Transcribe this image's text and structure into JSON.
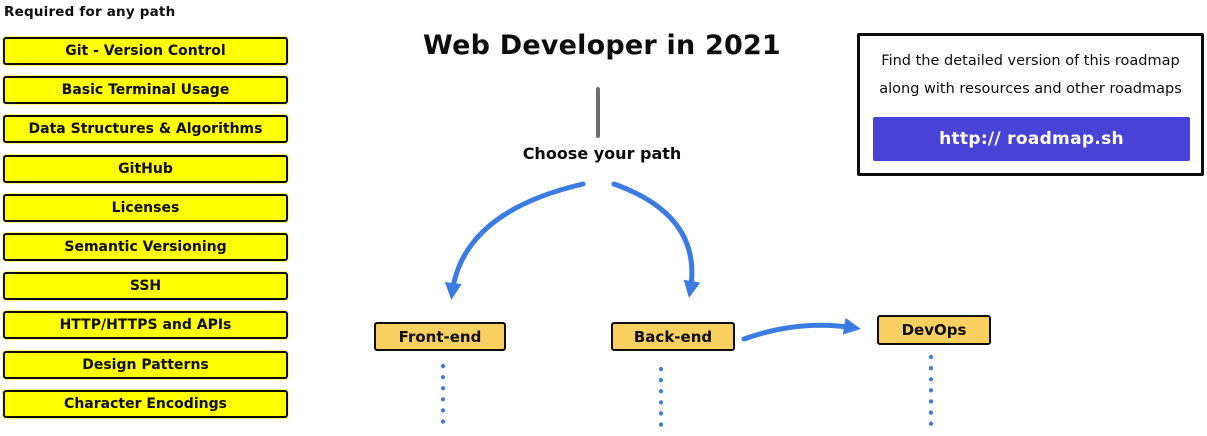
{
  "sidebar": {
    "heading": "Required for any path",
    "items": [
      {
        "label": "Git - Version Control"
      },
      {
        "label": "Basic Terminal Usage"
      },
      {
        "label": "Data Structures & Algorithms"
      },
      {
        "label": "GitHub"
      },
      {
        "label": "Licenses"
      },
      {
        "label": "Semantic Versioning"
      },
      {
        "label": "SSH"
      },
      {
        "label": "HTTP/HTTPS and APIs"
      },
      {
        "label": "Design Patterns"
      },
      {
        "label": "Character Encodings"
      }
    ]
  },
  "header": {
    "title": "Web Developer in 2021"
  },
  "flow": {
    "prompt": "Choose your path",
    "paths": [
      {
        "label": "Front-end"
      },
      {
        "label": "Back-end"
      },
      {
        "label": "DevOps"
      }
    ]
  },
  "info_box": {
    "line1": "Find the detailed version of this roadmap",
    "line2": "along with resources and other roadmaps",
    "link_label": "http:// roadmap.sh"
  },
  "colors": {
    "topic_box": "#FFFF00",
    "path_box": "#F9CF60",
    "arrow": "#3B7CE3",
    "link_button": "#4842D6",
    "stem_line": "#6F6F6F"
  }
}
